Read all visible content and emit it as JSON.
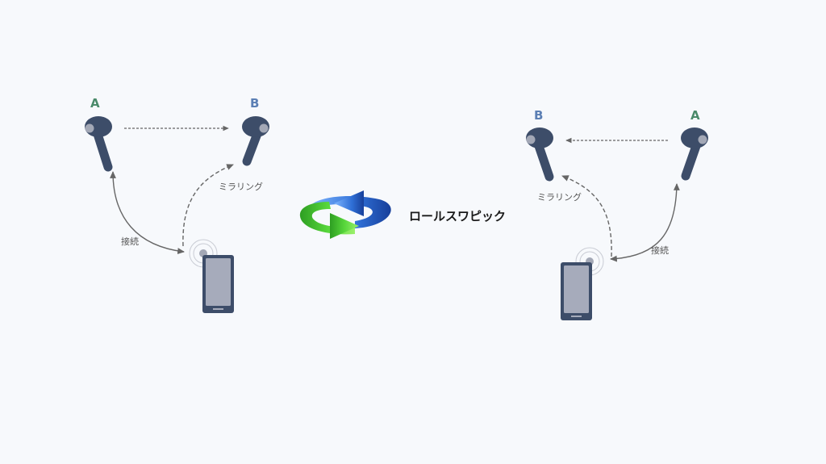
{
  "colors": {
    "background": "#f7f9fc",
    "earbud": "#3d4d69",
    "earbud_tip": "#a3a8b6",
    "phone_body": "#3d4d69",
    "phone_screen": "#a6abbb",
    "label_a": "#4a8a6a",
    "label_b": "#5b7fb4",
    "arrow": "#666666",
    "swap_blue": "#3b82e6",
    "swap_green": "#3fbf2a"
  },
  "left": {
    "earbud_a_label": "A",
    "earbud_b_label": "B",
    "connect_label": "接続",
    "mirroring_label": "ミラリング"
  },
  "right": {
    "earbud_a_label": "A",
    "earbud_b_label": "B",
    "connect_label": "接続",
    "mirroring_label": "ミラリング"
  },
  "center": {
    "swap_title": "ロールスワピック",
    "swap_icon": "swap-arrows-icon"
  }
}
